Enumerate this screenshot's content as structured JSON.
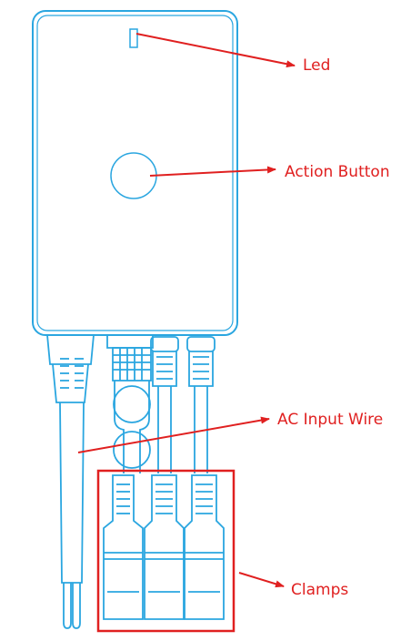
{
  "callouts": {
    "led": "Led",
    "action_button": "Action Button",
    "ac_input_wire": "AC Input Wire",
    "clamps": "Clamps"
  },
  "colors": {
    "outline": "#2aa6e0",
    "callout": "#e02020",
    "background": "#ffffff"
  }
}
